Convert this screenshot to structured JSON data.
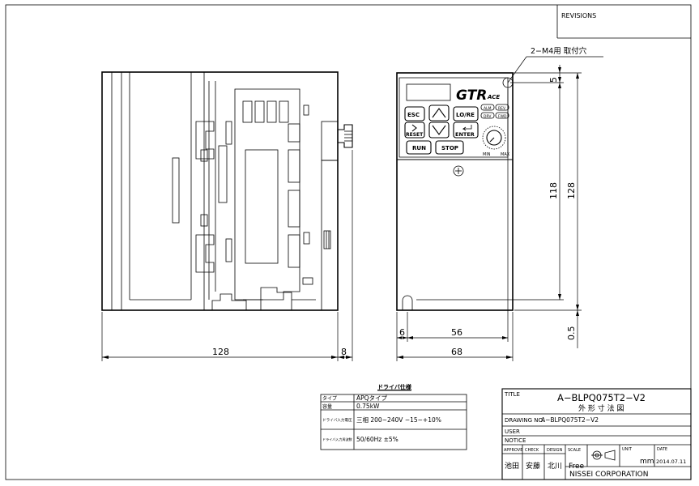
{
  "revisions_label": "REVISIONS",
  "mount_hole_note": "2−M4用 取付穴",
  "keypad": {
    "logo": "GTR",
    "logo_suffix": "ACE",
    "esc": "ESC",
    "lo_re": "LO/RE",
    "reset": "RESET",
    "enter": "ENTER",
    "run": "RUN",
    "stop": "STOP",
    "alm": "ALM",
    "rev": "REV",
    "drv": "DRV",
    "fwd": "FWD",
    "min": "MIN",
    "max": "MAX"
  },
  "dimensions": {
    "side_depth": "128",
    "side_extra": "8",
    "front_width": "68",
    "hole_pitch": "56",
    "hole_edge": "6",
    "top_offset": "5",
    "hole_height": "118",
    "total_height": "128",
    "bottom_offset": "0.5"
  },
  "spec_table": {
    "title": "ドライバ仕様",
    "rows": [
      {
        "label": "タイプ",
        "value": "APQタイプ"
      },
      {
        "label": "容量",
        "value": "0.75kW"
      },
      {
        "label": "ドライバ入力電圧",
        "value": "三相 200~240V  −15~+10%"
      },
      {
        "label": "ドライバ入力周波数",
        "value": "50/60Hz  ±5%"
      }
    ]
  },
  "title_block": {
    "title_label": "TITLE",
    "title": "A−BLPQ075T2−V2",
    "subtitle": "外 形 寸 法 図",
    "drawing_no_label": "DRAWING NO.",
    "drawing_no": "A−BLPQ075T2−V2",
    "user_label": "USER",
    "notice_label": "NOTICE",
    "approve_label": "APPROVE",
    "check_label": "CHECK",
    "design_label": "DESIGN",
    "scale_label": "SCALE",
    "unit_label": "UNIT",
    "date_label": "DATE",
    "approve": "池田",
    "check": "安藤",
    "design": "北川",
    "scale": "Free",
    "unit": "mm",
    "date": "2014.07.11",
    "company": "NISSEI  CORPORATION"
  }
}
